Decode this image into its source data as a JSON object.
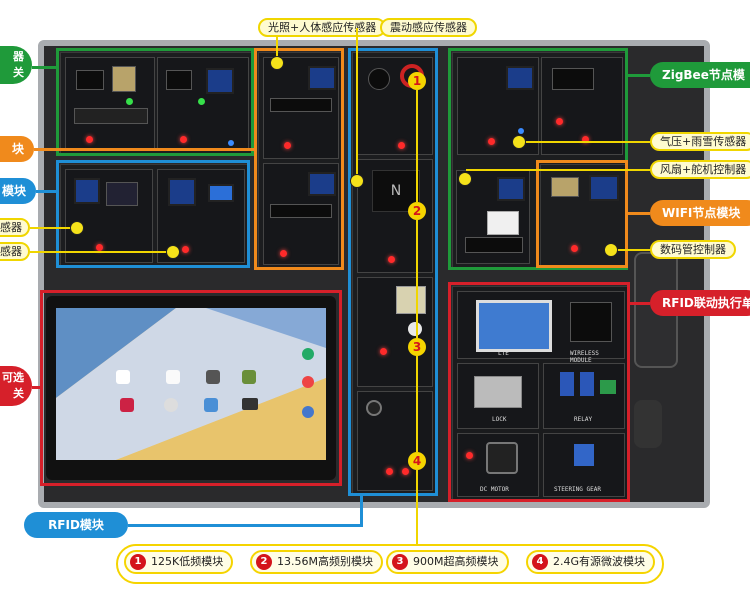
{
  "labels": {
    "light_human": "光照+人体感应传感器",
    "vibration": "震动感应传感器",
    "zigbee_node": "ZigBee节点模",
    "pressure_rain": "气压+雨雪传感器",
    "fan_servo": "风扇+舵机控制器",
    "wifi_node": "WIFI节点模块",
    "digit_tube": "数码管控制器",
    "rfid_exec": "RFID联动执行单",
    "rfid_module": "RFID模块",
    "left_green_top": "器",
    "left_green_bottom": "关",
    "left_orange": "块",
    "left_blue": "模块",
    "left_yellow_1": "感器",
    "left_yellow_2": "感器",
    "left_red_top": "可选",
    "left_red_bottom": "关"
  },
  "legend": [
    {
      "n": "1",
      "text": "125K低频模块"
    },
    {
      "n": "2",
      "text": "13.56M高频别模块"
    },
    {
      "n": "3",
      "text": "900M超高频模块"
    },
    {
      "n": "4",
      "text": "2.4G有源微波模块"
    }
  ],
  "center_column_markers": [
    "1",
    "2",
    "3",
    "4"
  ],
  "rfid_panel": {
    "top_left": "LTE",
    "top_right": "WIRELESS MODULE",
    "lock": "LOCK",
    "relay": "RELAY",
    "motor": "DC MOTOR",
    "steering": "STEERING GEAR"
  },
  "colors": {
    "green": "#1f9a3a",
    "orange": "#f08a1c",
    "blue": "#1f8fd6",
    "red": "#d6202a",
    "yellow": "#f5d400"
  }
}
